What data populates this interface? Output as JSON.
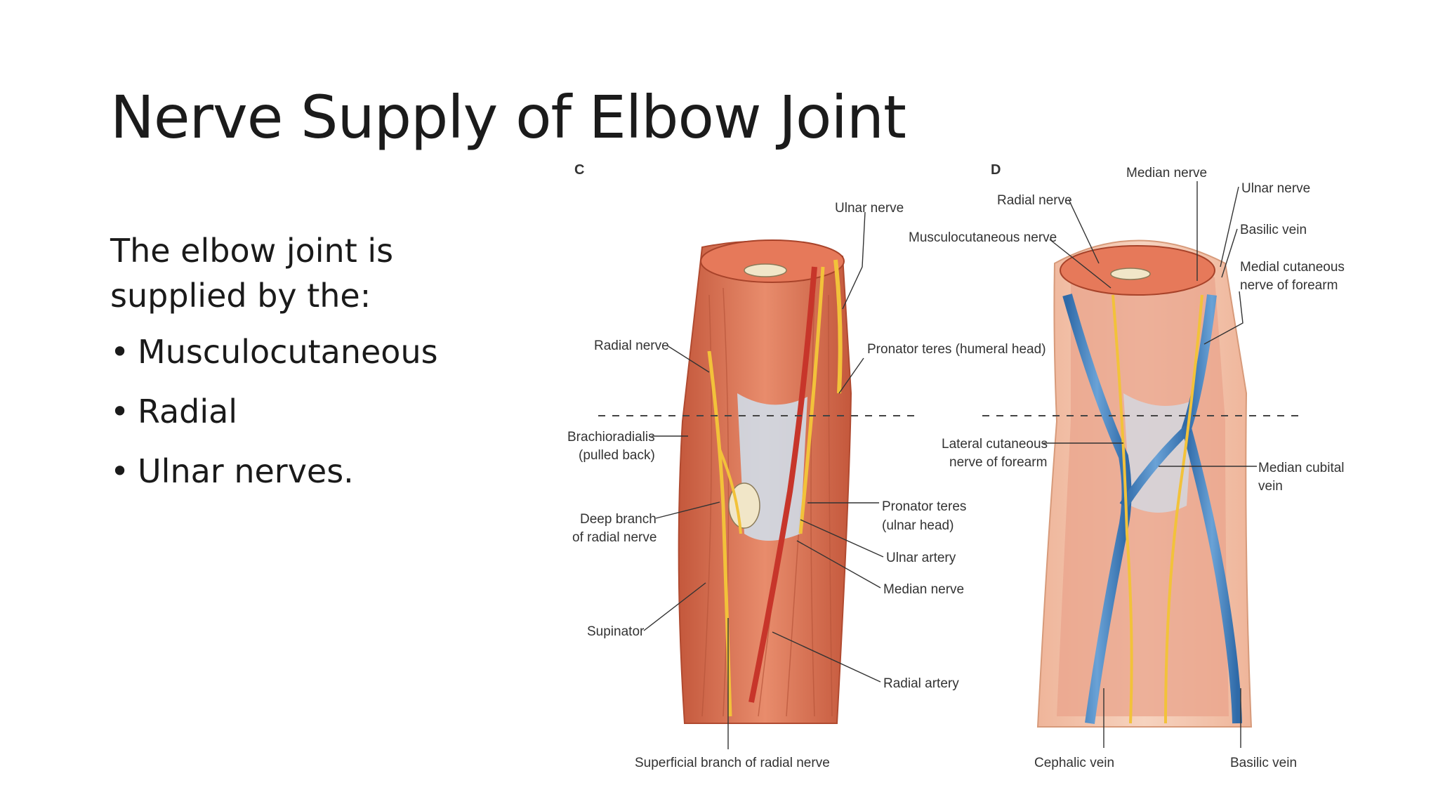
{
  "slide": {
    "title": "Nerve Supply of Elbow Joint",
    "intro": "The elbow joint is supplied by the:",
    "bullets": [
      "Musculocutaneous",
      "Radial",
      "Ulnar nerves."
    ]
  },
  "figure": {
    "panel_c": {
      "letter": "C",
      "labels": {
        "ulnar_nerve": "Ulnar nerve",
        "radial_nerve": "Radial nerve",
        "pronator_teres_humeral_1": "Pronator teres (humeral head)",
        "brachioradialis_1": "Brachioradialis",
        "brachioradialis_2": "(pulled back)",
        "deep_branch_1": "Deep branch",
        "deep_branch_2": "of radial nerve",
        "pronator_teres_ulnar_1": "Pronator teres",
        "pronator_teres_ulnar_2": "(ulnar head)",
        "ulnar_artery": "Ulnar artery",
        "median_nerve": "Median nerve",
        "supinator": "Supinator",
        "radial_artery": "Radial artery",
        "superficial_branch": "Superficial branch of radial nerve"
      }
    },
    "panel_d": {
      "letter": "D",
      "labels": {
        "median_nerve": "Median nerve",
        "radial_nerve": "Radial nerve",
        "ulnar_nerve": "Ulnar nerve",
        "basilic_vein_top": "Basilic vein",
        "musculocutaneous_nerve": "Musculocutaneous nerve",
        "medial_cutaneous_1": "Medial cutaneous",
        "medial_cutaneous_2": "nerve of forearm",
        "lateral_cutaneous_1": "Lateral cutaneous",
        "lateral_cutaneous_2": "nerve of forearm",
        "median_cubital_1": "Median cubital",
        "median_cubital_2": "vein",
        "cephalic_vein": "Cephalic vein",
        "basilic_vein_bottom": "Basilic vein"
      }
    },
    "colors": {
      "muscle": "#e0775a",
      "muscle_dark": "#c4583c",
      "skin": "#f3c6a8",
      "nerve": "#f2c23a",
      "artery": "#c7352a",
      "vein": "#3f7fc0",
      "tendon": "#cfe0ee"
    }
  }
}
